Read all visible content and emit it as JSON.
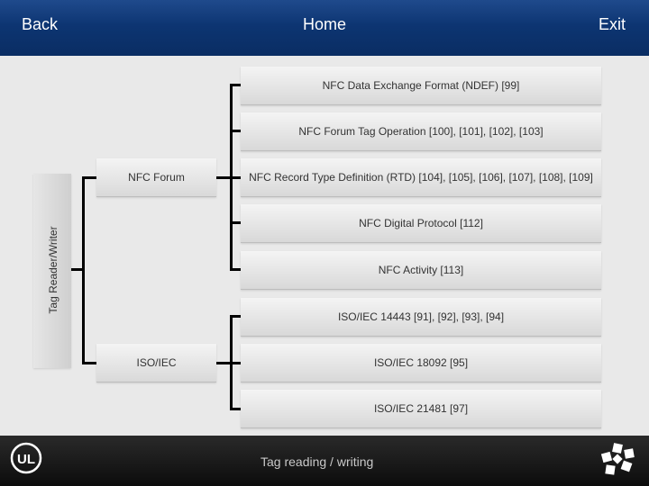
{
  "nav": {
    "back": "Back",
    "home": "Home",
    "exit": "Exit"
  },
  "side_label": "Tag Reader/Writer",
  "groups": {
    "nfc_forum": "NFC Forum",
    "iso_iec": "ISO/IEC"
  },
  "items": [
    "NFC Data Exchange Format (NDEF) [99]",
    "NFC Forum Tag Operation [100], [101], [102], [103]",
    "NFC Record Type Definition (RTD) [104], [105], [106], [107], [108], [109]",
    "NFC Digital Protocol [112]",
    "NFC Activity [113]",
    "ISO/IEC 14443 [91], [92], [93], [94]",
    "ISO/IEC 18092 [95]",
    "ISO/IEC 21481 [97]"
  ],
  "footer": {
    "title": "Tag reading / writing",
    "logo_text": "UL"
  },
  "icons": {
    "ul_logo": "ul-logo-icon",
    "brand": "brand-logo-icon"
  },
  "colors": {
    "header": "#0d3572",
    "footer": "#1a1a1a",
    "box": "#e2e2e2",
    "connector": "#000000"
  }
}
